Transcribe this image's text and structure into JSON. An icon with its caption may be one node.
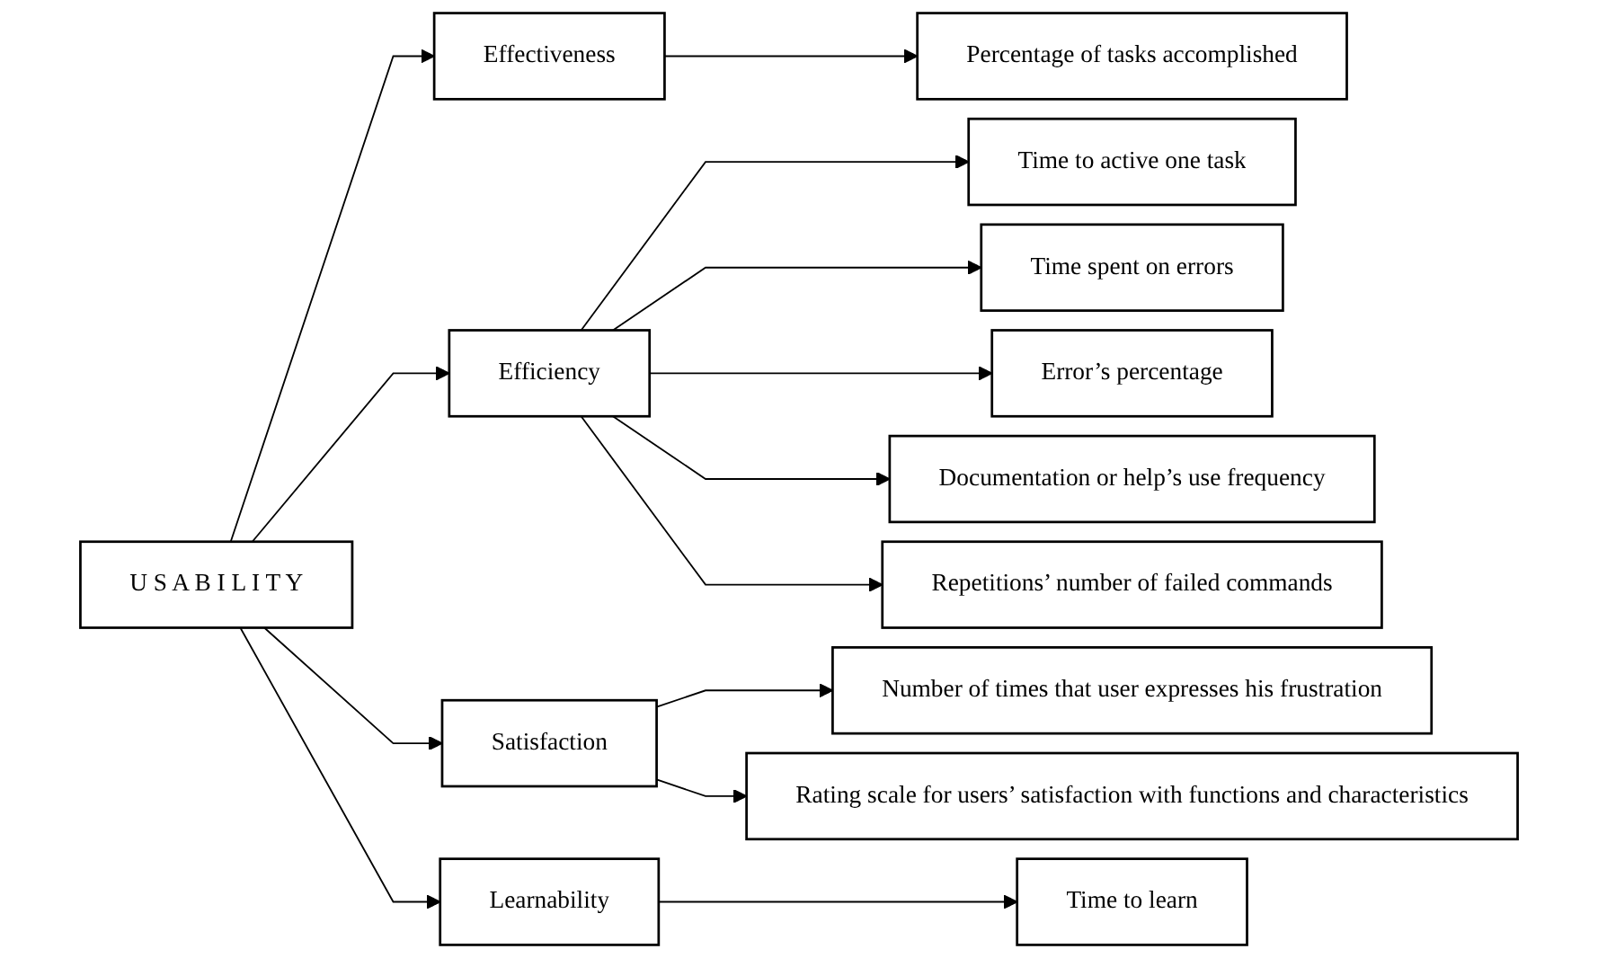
{
  "diagram": {
    "nodes": [
      {
        "text": [
          "U S A B I L I T Y"
        ]
      },
      {
        "text": [
          "Effectiveness"
        ]
      },
      {
        "text": [
          "Percentage of tasks accomplished"
        ]
      },
      {
        "text": [
          "Efficiency"
        ]
      },
      {
        "text": [
          "Time to active one task"
        ]
      },
      {
        "text": [
          "Time spent on errors"
        ]
      },
      {
        "text": [
          "Error’s percentage"
        ]
      },
      {
        "text": [
          "Documentation or help’s use frequency"
        ]
      },
      {
        "text": [
          "Repetitions’ number of failed commands"
        ]
      },
      {
        "text": [
          "Satisfaction"
        ]
      },
      {
        "text": [
          "Number of times that user expresses his frustration"
        ]
      },
      {
        "text": [
          "Rating scale for users’ satisfaction with functions and characteristics"
        ]
      },
      {
        "text": [
          "Learnability"
        ]
      },
      {
        "text": [
          "Time to learn"
        ]
      }
    ],
    "edges": [
      {
        "from": 0,
        "to": 1,
        "arrow": "to"
      },
      {
        "from": 0,
        "to": 3,
        "arrow": "to"
      },
      {
        "from": 0,
        "to": 9,
        "arrow": "to"
      },
      {
        "from": 0,
        "to": 12,
        "arrow": "to"
      },
      {
        "from": 1,
        "to": 2,
        "arrow": "to"
      },
      {
        "from": 3,
        "to": 4,
        "arrow": "to"
      },
      {
        "from": 3,
        "to": 5,
        "arrow": "to"
      },
      {
        "from": 3,
        "to": 6,
        "arrow": "to"
      },
      {
        "from": 3,
        "to": 7,
        "arrow": "to"
      },
      {
        "from": 3,
        "to": 8,
        "arrow": "to"
      },
      {
        "from": 9,
        "to": 10,
        "arrow": "to"
      },
      {
        "from": 9,
        "to": 11,
        "arrow": "to"
      },
      {
        "from": 12,
        "to": 13,
        "arrow": "to"
      }
    ]
  }
}
